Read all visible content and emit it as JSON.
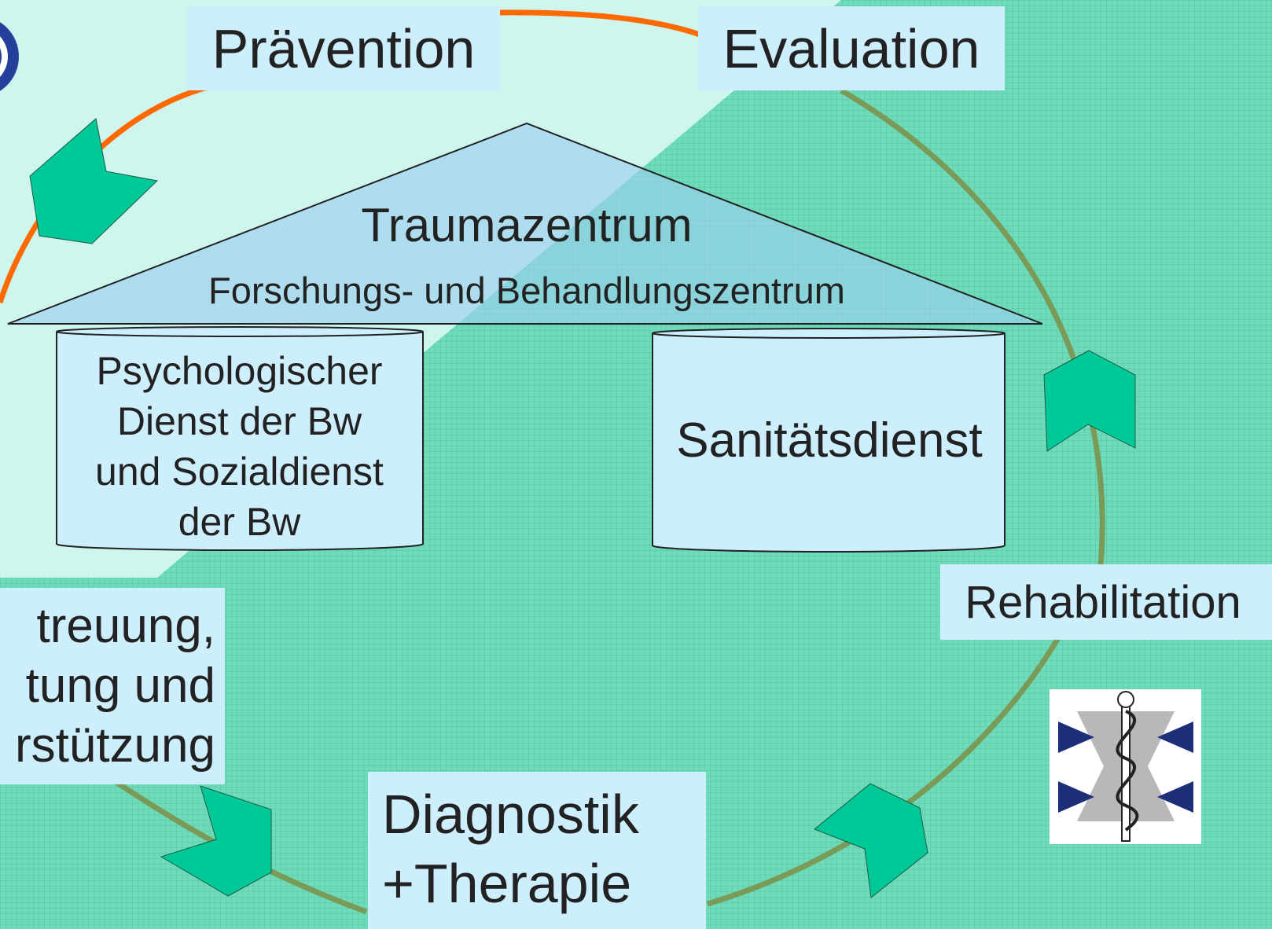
{
  "colors": {
    "background": "#6edcba",
    "light_region": "#d7f6f3",
    "label_bg": "#cdeefc",
    "cycle_orange": "#ff6a00",
    "cycle_olive": "#7a9a58",
    "arrow_fill": "#00c896"
  },
  "cycle": {
    "praevention": "Prävention",
    "evaluation": "Evaluation",
    "rehabilitation": "Rehabilitation",
    "diagnostik": [
      "Diagnostik",
      "+Therapie"
    ],
    "betreuung": [
      "treuung,",
      "tung und",
      "rstützung"
    ]
  },
  "house": {
    "roof_title": "Traumazentrum",
    "roof_subtitle": "Forschungs- und Behandlungszentrum",
    "pillar_left": [
      "Psychologischer",
      "Dienst der Bw",
      "und Sozialdienst",
      "der Bw"
    ],
    "pillar_right": "Sanitätsdienst"
  },
  "icons": {
    "logo_top_left": "seal-logo-icon",
    "emblem": "aesculapian-staff-emblem-icon",
    "arrows": "chevron-arrow-icon"
  }
}
